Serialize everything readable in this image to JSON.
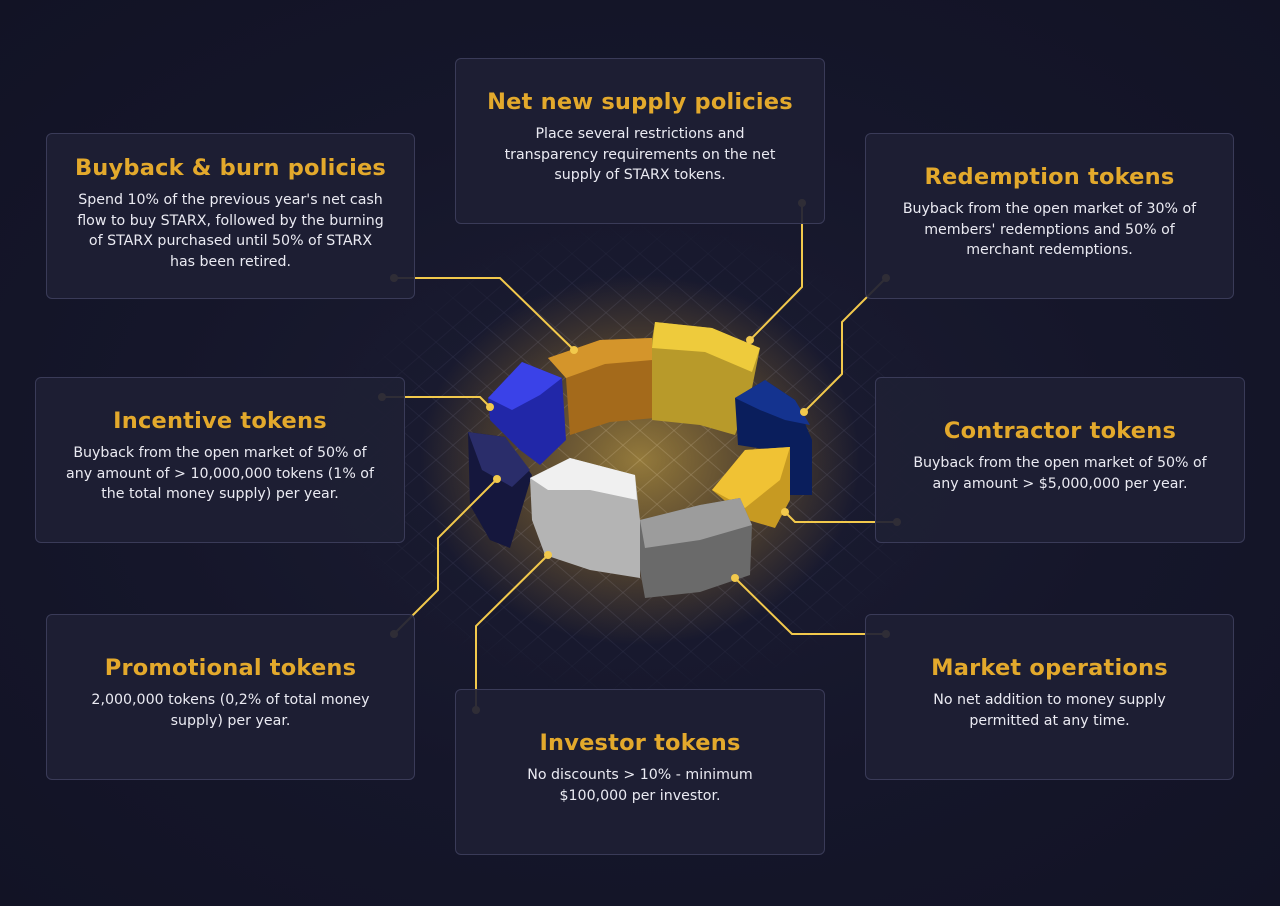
{
  "cards": {
    "net_new_supply": {
      "title": "Net new supply policies",
      "body": "Place several restrictions and transparency requirements on the net supply of STARX tokens."
    },
    "buyback_burn": {
      "title": "Buyback & burn policies",
      "body": "Spend 10% of the previous year's net cash flow to buy STARX, followed by the burning of STARX purchased until 50% of STARX has been retired."
    },
    "redemption": {
      "title": "Redemption tokens",
      "body": "Buyback from the open market of 30% of members' redemptions and 50% of merchant redemptions."
    },
    "incentive": {
      "title": "Incentive tokens",
      "body": "Buyback from the open market of 50% of any amount of > 10,000,000 tokens (1% of the total money supply) per year."
    },
    "contractor": {
      "title": "Contractor tokens",
      "body": "Buyback from the open market of 50% of any amount > $5,000,000 per year."
    },
    "promotional": {
      "title": "Promotional tokens",
      "body": "2,000,000 tokens (0,2% of total money supply) per year."
    },
    "market_ops": {
      "title": "Market operations",
      "body": "No net addition to money supply permitted at any time."
    },
    "investor": {
      "title": "Investor tokens",
      "body": "No discounts > 10% - minimum $100,000 per investor."
    }
  },
  "colors": {
    "accent": "#e3a92c",
    "connector": "#f2c94c",
    "background": "#15162a",
    "card_border": "#3a3b58",
    "segment_gold": "#e8be35",
    "segment_orange": "#c98a25",
    "segment_blue": "#2f37d8",
    "segment_darkblue": "#0f2a7a",
    "segment_navy": "#1e2052",
    "segment_white": "#e8e8e8",
    "segment_gray": "#8e8e8e"
  }
}
